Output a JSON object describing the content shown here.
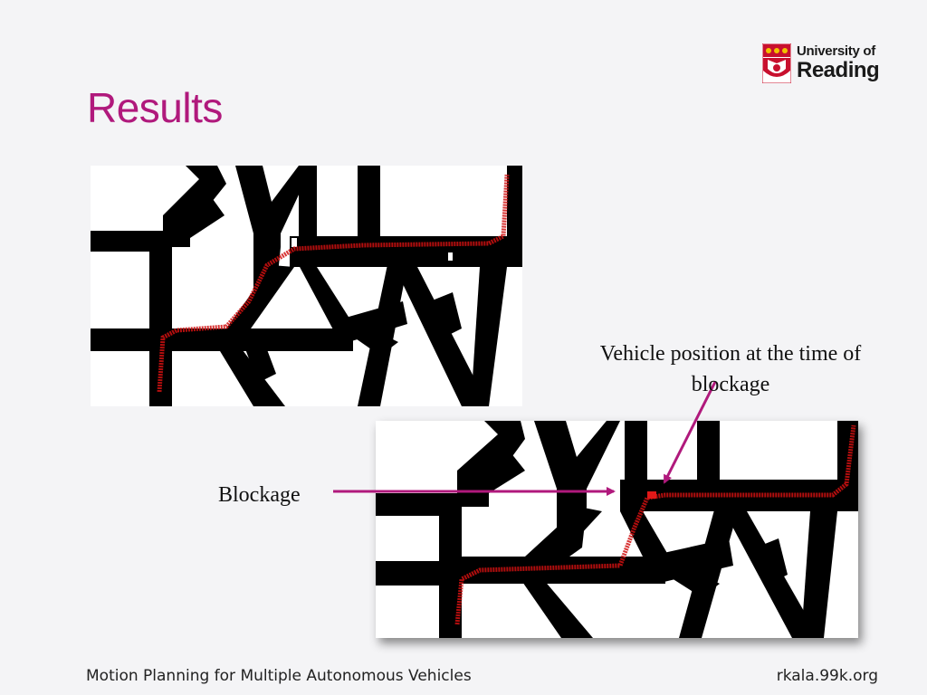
{
  "slide": {
    "title": "Results",
    "logo": {
      "line1": "University of",
      "line2": "Reading",
      "icon": "university-shield-icon"
    },
    "annotations": {
      "vehicle_position": "Vehicle position at the time of blockage",
      "blockage": "Blockage"
    },
    "footer": {
      "left": "Motion Planning  for Multiple Autonomous Vehicles",
      "right": "rkala.99k.org"
    },
    "colors": {
      "title": "#b0197c",
      "arrow": "#b0197c",
      "path": "#d01010",
      "road": "#000000"
    }
  }
}
